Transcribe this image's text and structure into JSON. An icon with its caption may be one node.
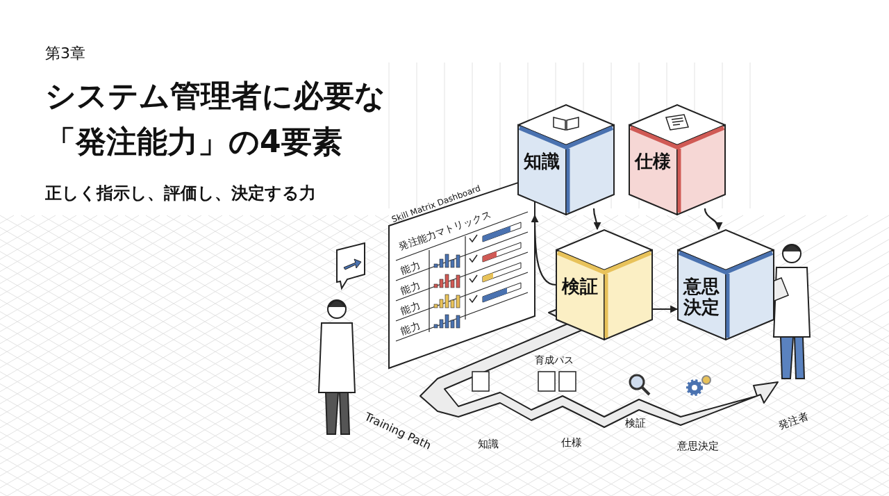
{
  "diagram": {
    "title": "システム管理者に必要な「発注能力」の4要素",
    "nodes": [
      {
        "text": [
          "知識"
        ]
      },
      {
        "text": [
          "仕様"
        ]
      },
      {
        "text": [
          "検証"
        ]
      },
      {
        "text": [
          "意思決定"
        ]
      }
    ],
    "edges": [
      {
        "from": 0,
        "to": 2,
        "arrow": "to"
      },
      {
        "from": 1,
        "to": 3,
        "arrow": "to"
      },
      {
        "from": 2,
        "to": 0,
        "arrow": "to"
      },
      {
        "from": 2,
        "to": 3,
        "arrow": "to"
      }
    ],
    "labels": [
      "第3章",
      "正しく指示し、評価し、決定する力",
      "Skill Matrix Dashboard",
      "発注能力マトリックス",
      "能力",
      "能力",
      "能力",
      "能力",
      "育成パス",
      "Training Path",
      "知識",
      "仕様",
      "検証",
      "意思決定",
      "発注者"
    ]
  }
}
